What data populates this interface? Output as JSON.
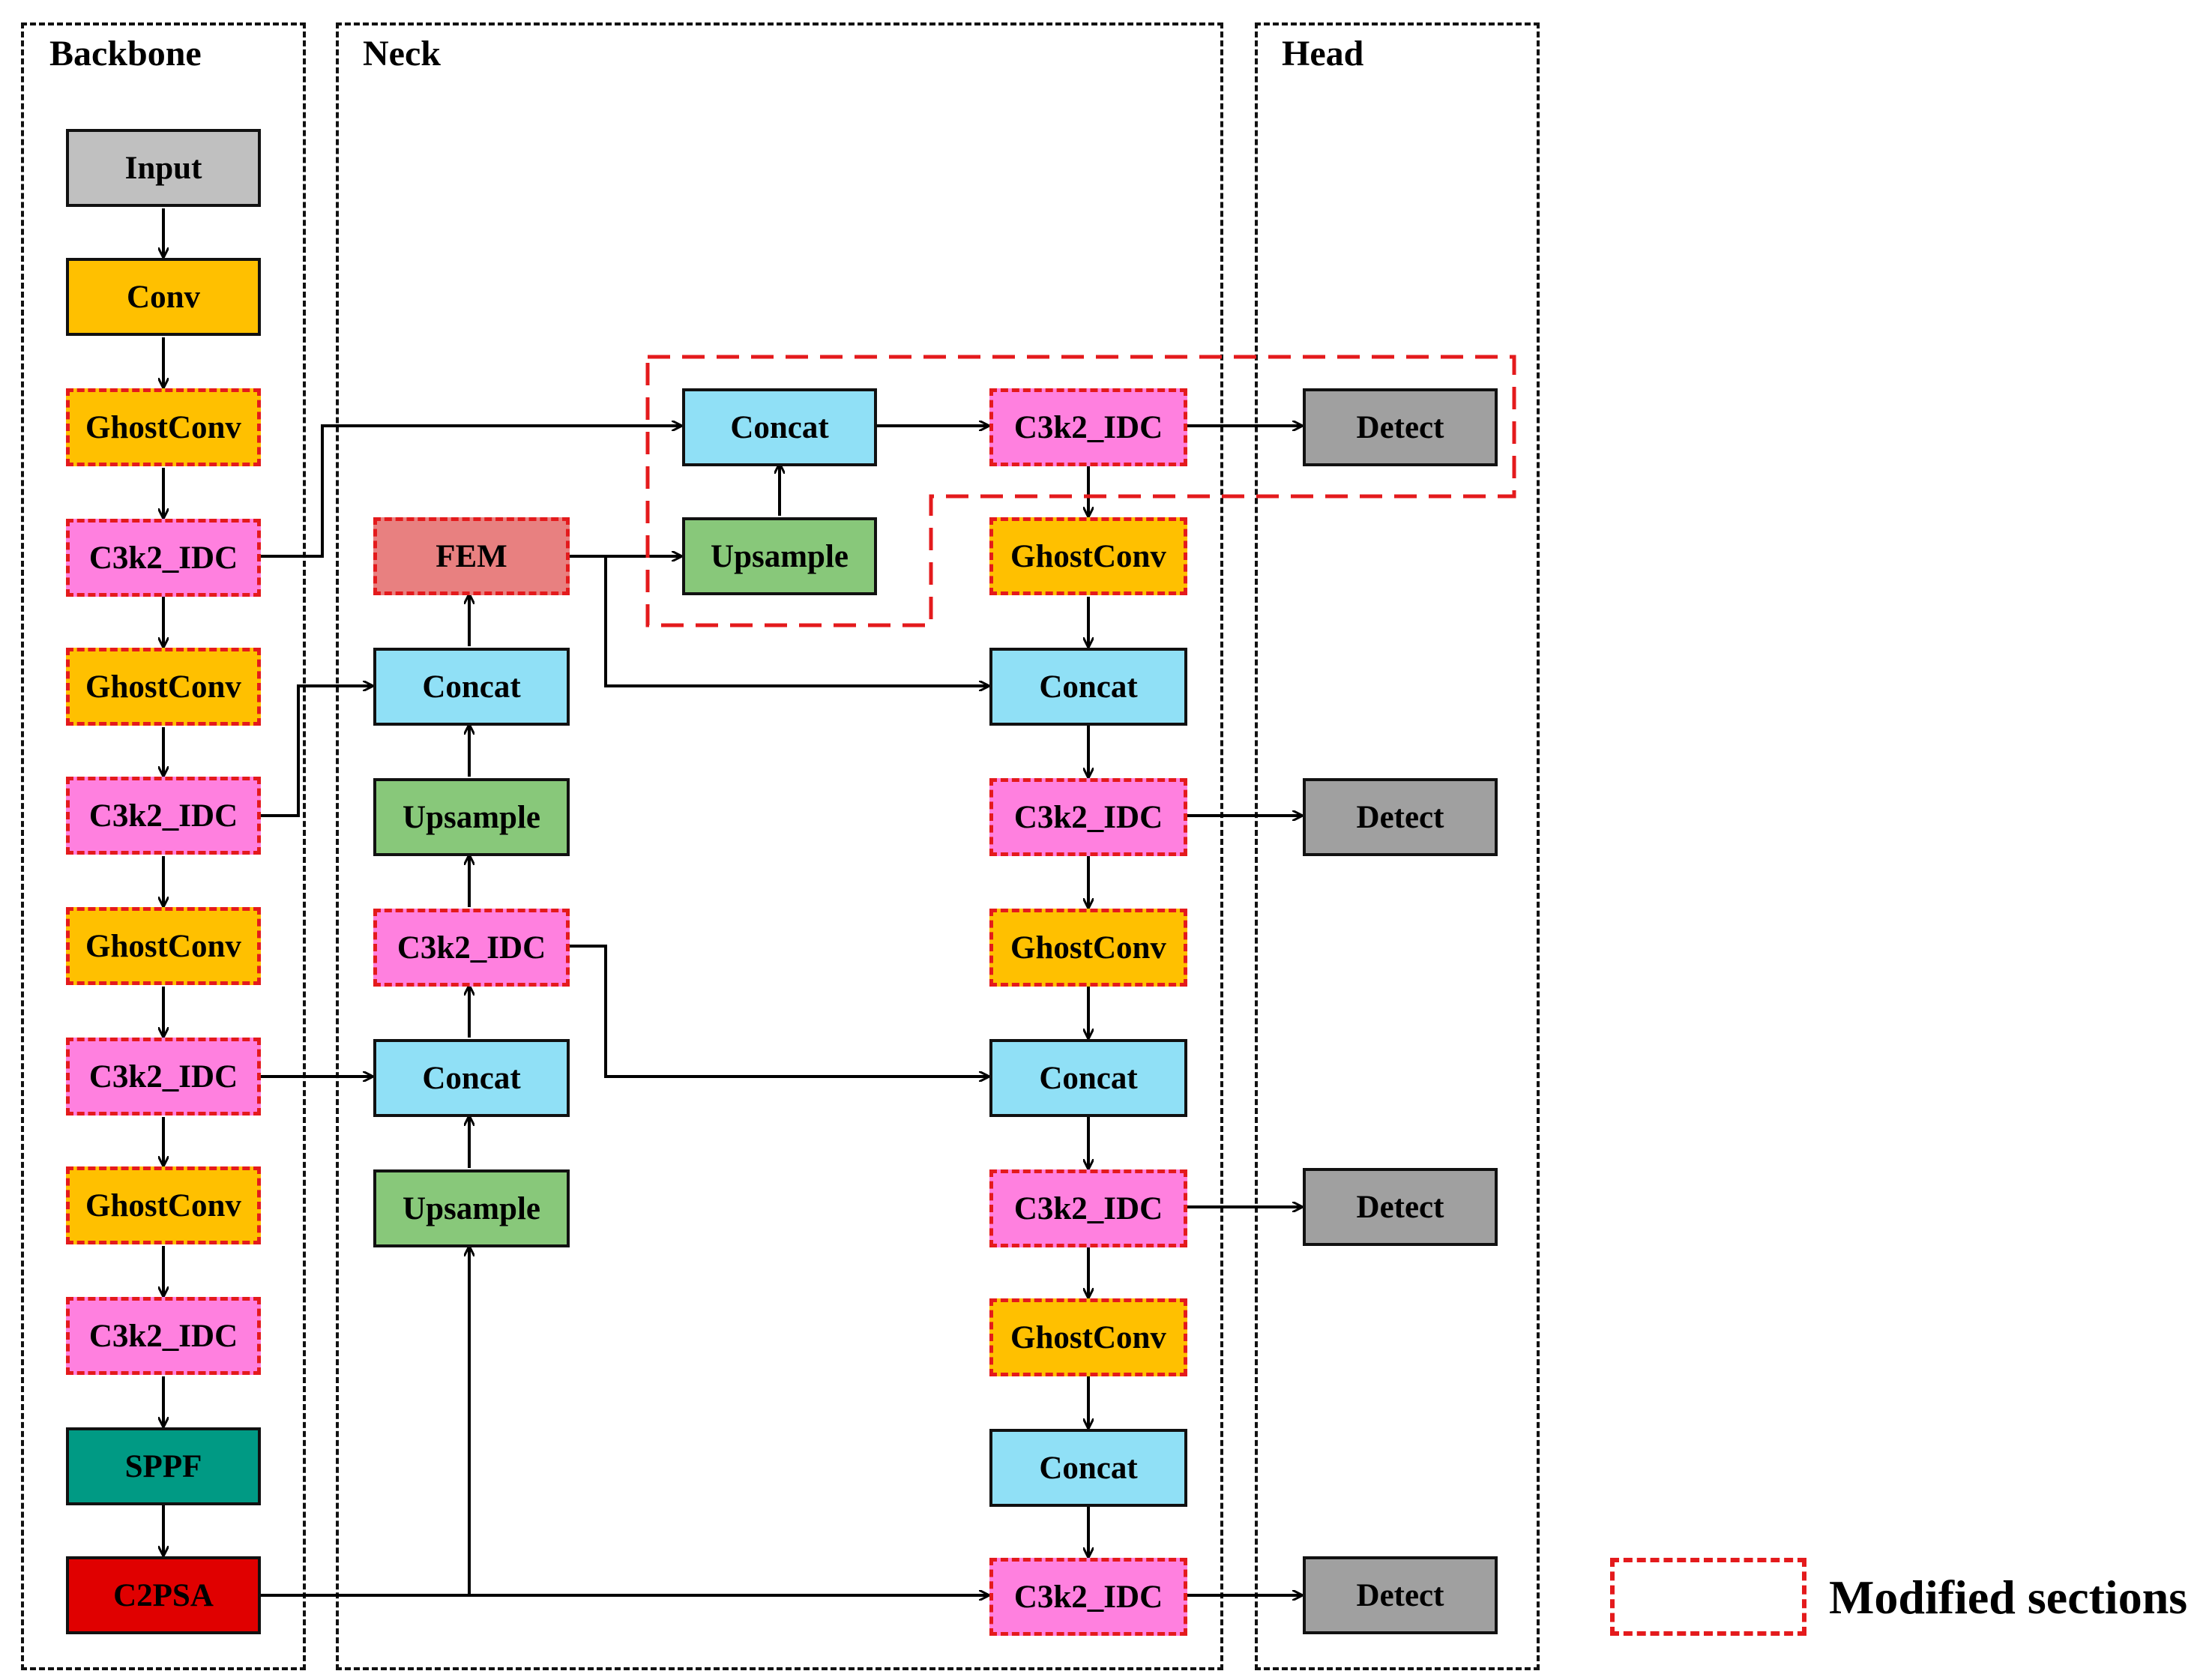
{
  "sections": {
    "backbone": "Backbone",
    "neck": "Neck",
    "head": "Head"
  },
  "blocks": {
    "bb_input": "Input",
    "bb_conv": "Conv",
    "bb_ghost1": "GhostConv",
    "bb_c3k2_1": "C3k2_IDC",
    "bb_ghost2": "GhostConv",
    "bb_c3k2_2": "C3k2_IDC",
    "bb_ghost3": "GhostConv",
    "bb_c3k2_3": "C3k2_IDC",
    "bb_ghost4": "GhostConv",
    "bb_c3k2_4": "C3k2_IDC",
    "bb_sppf": "SPPF",
    "bb_c2psa": "C2PSA",
    "nk_fem": "FEM",
    "nk_concat1": "Concat",
    "nk_upsample1": "Upsample",
    "nk_c3k2": "C3k2_IDC",
    "nk_concat2": "Concat",
    "nk_upsample2": "Upsample",
    "nk_top_concat": "Concat",
    "nk_top_upsample": "Upsample",
    "nk_r_c3k2_1": "C3k2_IDC",
    "nk_r_ghost1": "GhostConv",
    "nk_r_concat1": "Concat",
    "nk_r_c3k2_2": "C3k2_IDC",
    "nk_r_ghost2": "GhostConv",
    "nk_r_concat2": "Concat",
    "nk_r_c3k2_3": "C3k2_IDC",
    "nk_r_ghost3": "GhostConv",
    "nk_r_concat3": "Concat",
    "nk_r_c3k2_4": "C3k2_IDC",
    "hd_detect1": "Detect",
    "hd_detect2": "Detect",
    "hd_detect3": "Detect",
    "hd_detect4": "Detect"
  },
  "legend": {
    "label": "Modified sections"
  },
  "colors": {
    "modified_border": "#e41a1c",
    "input": "#c0c0c0",
    "conv": "#ffc000",
    "c3k2": "#ff80df",
    "sppf": "#009a84",
    "c2psa": "#e00000",
    "fem": "#e88080",
    "concat": "#90e0f6",
    "upsample": "#88c87a",
    "detect": "#a0a0a0"
  }
}
